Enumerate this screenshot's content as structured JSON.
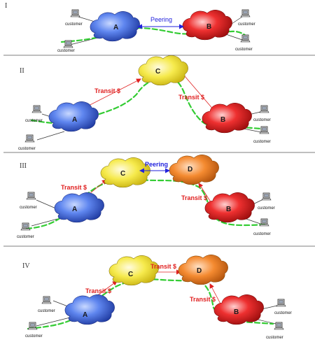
{
  "colors": {
    "cloud_A": "#3a5fd4",
    "cloud_B": "#e02020",
    "cloud_C": "#f0e040",
    "cloud_D": "#f07a20",
    "peering": "#2222dd",
    "transit": "#e02020",
    "path": "#33cc33"
  },
  "panels": [
    {
      "numeral": "I",
      "clouds": [
        {
          "label": "A",
          "color": "cloud_A"
        },
        {
          "label": "B",
          "color": "cloud_B"
        }
      ],
      "links": [
        {
          "type": "peering",
          "label": "Peering"
        }
      ],
      "customer_labels": [
        "customer",
        "customer",
        "customer",
        "customer"
      ]
    },
    {
      "numeral": "II",
      "clouds": [
        {
          "label": "C",
          "color": "cloud_C"
        },
        {
          "label": "A",
          "color": "cloud_A"
        },
        {
          "label": "B",
          "color": "cloud_B"
        }
      ],
      "links": [
        {
          "type": "transit",
          "label": "Transit $"
        },
        {
          "type": "transit",
          "label": "Transit $"
        }
      ],
      "customer_labels": [
        "customer",
        "customer",
        "customer",
        "customer"
      ]
    },
    {
      "numeral": "III",
      "clouds": [
        {
          "label": "C",
          "color": "cloud_C"
        },
        {
          "label": "D",
          "color": "cloud_D"
        },
        {
          "label": "A",
          "color": "cloud_A"
        },
        {
          "label": "B",
          "color": "cloud_B"
        }
      ],
      "links": [
        {
          "type": "peering",
          "label": "Peering"
        },
        {
          "type": "transit",
          "label": "Transit $"
        },
        {
          "type": "transit",
          "label": "Transit $"
        }
      ],
      "customer_labels": [
        "customer",
        "customer",
        "customer",
        "customer"
      ]
    },
    {
      "numeral": "IV",
      "clouds": [
        {
          "label": "C",
          "color": "cloud_C"
        },
        {
          "label": "D",
          "color": "cloud_D"
        },
        {
          "label": "A",
          "color": "cloud_A"
        },
        {
          "label": "B",
          "color": "cloud_B"
        }
      ],
      "links": [
        {
          "type": "transit",
          "label": "Transit $"
        },
        {
          "type": "transit",
          "label": "Transit $"
        },
        {
          "type": "transit",
          "label": "Transit $"
        }
      ],
      "customer_labels": [
        "customer",
        "customer",
        "customer",
        "customer"
      ]
    }
  ]
}
